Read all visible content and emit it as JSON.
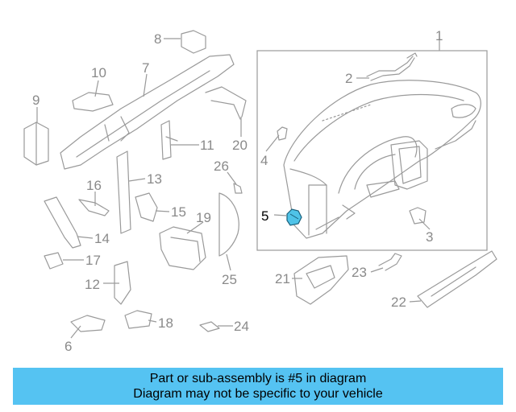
{
  "diagram": {
    "highlighted_part": "5",
    "callouts": [
      "1",
      "2",
      "3",
      "4",
      "5",
      "6",
      "7",
      "8",
      "9",
      "10",
      "11",
      "12",
      "13",
      "14",
      "15",
      "16",
      "17",
      "18",
      "19",
      "20",
      "21",
      "22",
      "23",
      "24",
      "25",
      "26"
    ]
  },
  "footer": {
    "line1": "Part or sub-assembly is #5 in diagram",
    "line2": "Diagram may not be specific to your vehicle"
  },
  "colors": {
    "footer_background": "#55c3f2",
    "highlight_part": "#4fc3e8",
    "line_art": "#9a9a9a"
  }
}
